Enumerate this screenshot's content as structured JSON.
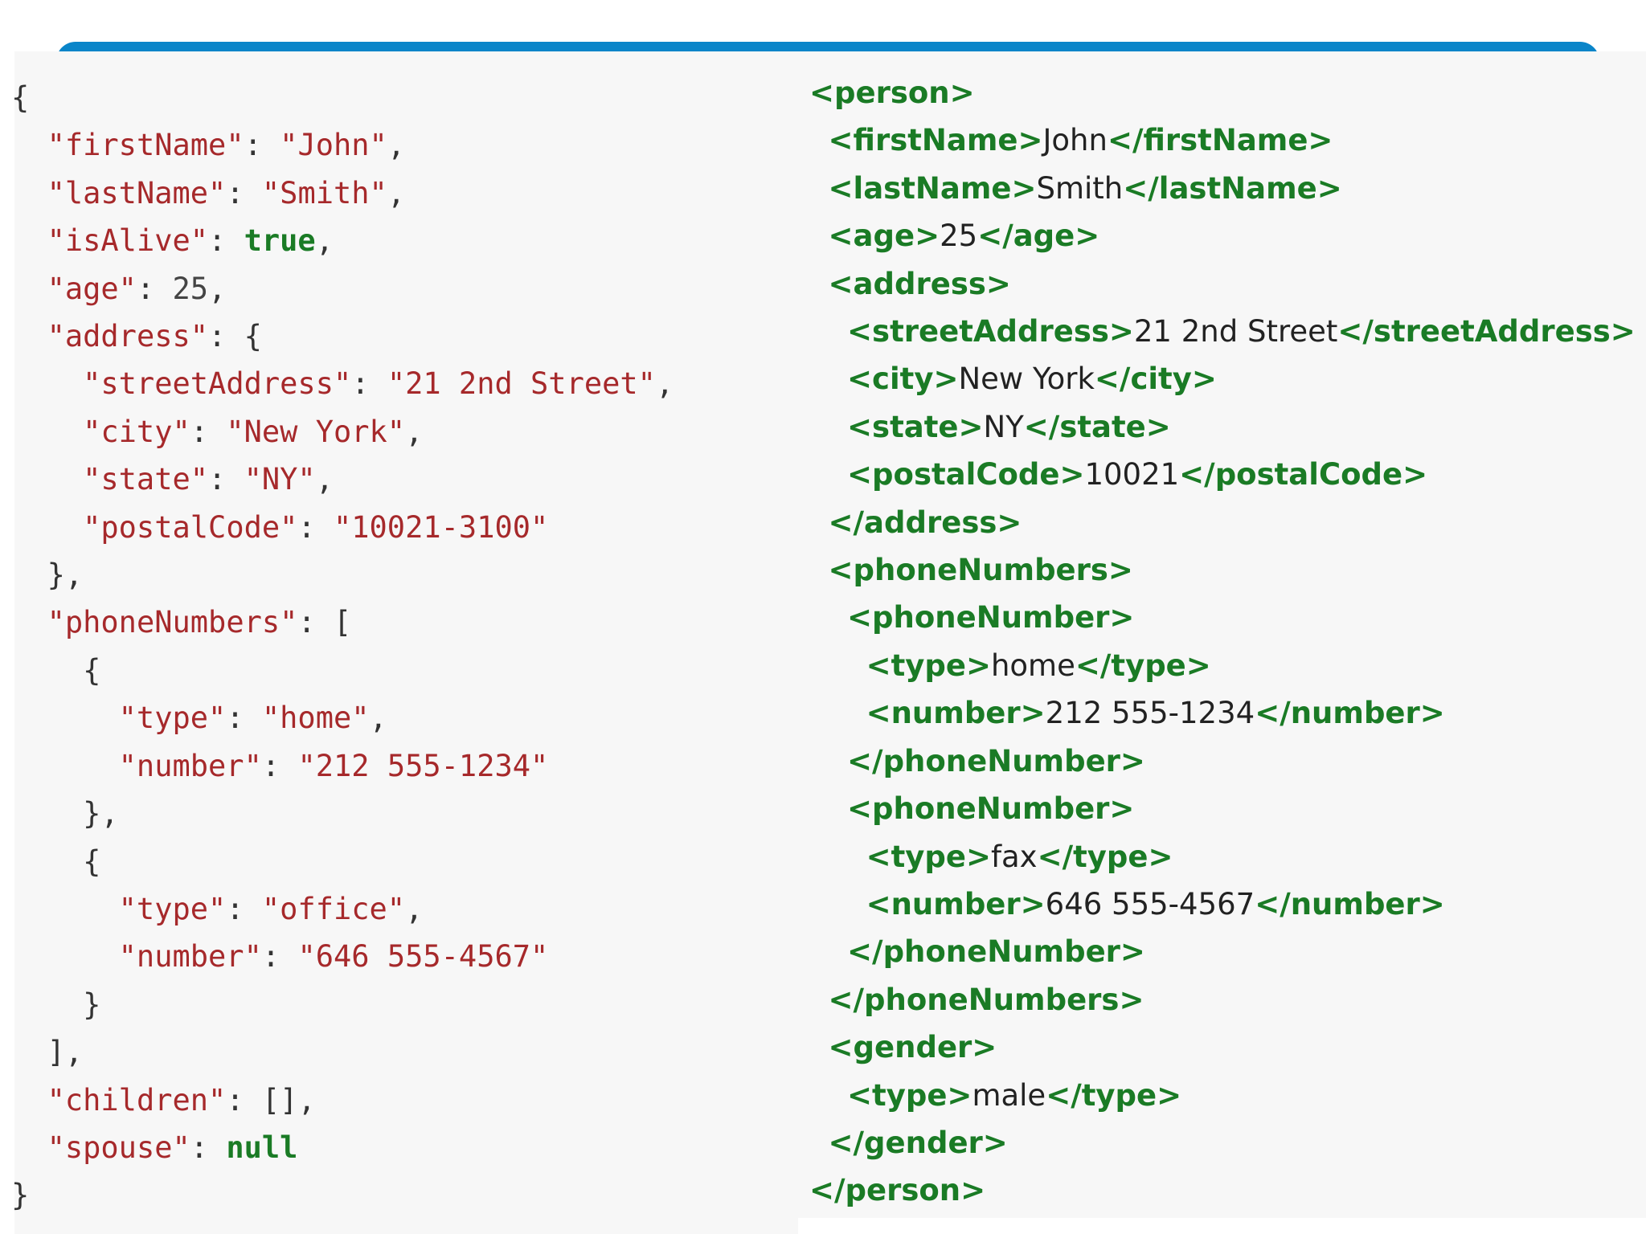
{
  "json": {
    "open_brace": "{",
    "firstName": {
      "key": "\"firstName\"",
      "value": "\"John\""
    },
    "lastName": {
      "key": "\"lastName\"",
      "value": "\"Smith\""
    },
    "isAlive": {
      "key": "\"isAlive\"",
      "value": "true"
    },
    "age": {
      "key": "\"age\"",
      "value": "25"
    },
    "address": {
      "key": "\"address\"",
      "open": "{",
      "streetAddress": {
        "key": "\"streetAddress\"",
        "value": "\"21 2nd Street\""
      },
      "city": {
        "key": "\"city\"",
        "value": "\"New York\""
      },
      "state": {
        "key": "\"state\"",
        "value": "\"NY\""
      },
      "postalCode": {
        "key": "\"postalCode\"",
        "value": "\"10021-3100\""
      },
      "close": "},"
    },
    "phoneNumbers": {
      "key": "\"phoneNumbers\"",
      "open": "[",
      "entries": [
        {
          "open": "{",
          "type_key": "\"type\"",
          "type_value": "\"home\"",
          "number_key": "\"number\"",
          "number_value": "\"212 555-1234\"",
          "close": "},"
        },
        {
          "open": "{",
          "type_key": "\"type\"",
          "type_value": "\"office\"",
          "number_key": "\"number\"",
          "number_value": "\"646 555-4567\"",
          "close": "}"
        }
      ],
      "close": "],"
    },
    "children": {
      "key": "\"children\"",
      "value": "[]"
    },
    "spouse": {
      "key": "\"spouse\"",
      "value": "null"
    },
    "close_brace": "}"
  },
  "xml": {
    "person_open": "<person>",
    "firstName": {
      "open": "<firstName>",
      "text": "John",
      "close": "</firstName>"
    },
    "lastName": {
      "open": "<lastName>",
      "text": "Smith",
      "close": "</lastName>"
    },
    "age": {
      "open": "<age>",
      "text": "25",
      "close": "</age>"
    },
    "address_open": "<address>",
    "streetAddress": {
      "open": "<streetAddress>",
      "text": "21 2nd Street",
      "close": "</streetAddress>"
    },
    "city": {
      "open": "<city>",
      "text": "New York",
      "close": "</city>"
    },
    "state": {
      "open": "<state>",
      "text": "NY",
      "close": "</state>"
    },
    "postalCode": {
      "open": "<postalCode>",
      "text": "10021",
      "close": "</postalCode>"
    },
    "address_close": "</address>",
    "phoneNumbers_open": "<phoneNumbers>",
    "phoneNumber": [
      {
        "open": "<phoneNumber>",
        "type": {
          "open": "<type>",
          "text": "home",
          "close": "</type>"
        },
        "number": {
          "open": "<number>",
          "text": "212 555-1234",
          "close": "</number>"
        },
        "close": "</phoneNumber>"
      },
      {
        "open": "<phoneNumber>",
        "type": {
          "open": "<type>",
          "text": "fax",
          "close": "</type>"
        },
        "number": {
          "open": "<number>",
          "text": "646 555-4567",
          "close": "</number>"
        },
        "close": "</phoneNumber>"
      }
    ],
    "phoneNumbers_close": "</phoneNumbers>",
    "gender_open": "<gender>",
    "gender_type": {
      "open": "<type>",
      "text": "male",
      "close": "</type>"
    },
    "gender_close": "</gender>",
    "person_close": "</person>"
  }
}
